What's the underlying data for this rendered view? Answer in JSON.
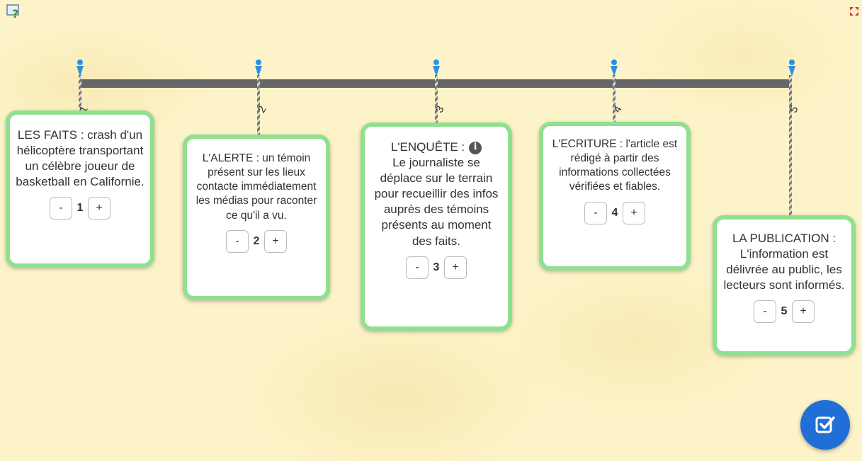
{
  "timeline": {
    "numbers": [
      "1",
      "2",
      "3",
      "4",
      "5"
    ]
  },
  "cards": [
    {
      "title": "LES FAITS : crash d'un hélicoptère transportant un célèbre joueur de basketball en Californie.",
      "value": "1"
    },
    {
      "title": "L'ALERTE : un témoin présent sur les lieux contacte immédiatement les médias pour raconter ce qu'il a vu.",
      "value": "2"
    },
    {
      "title_first": "L'ENQUÊTE :",
      "title_rest": "Le journaliste se déplace sur le terrain pour recueillir des infos auprès des témoins présents au moment des faits.",
      "value": "3"
    },
    {
      "title": "L'ECRITURE : l'article est rédigé à partir des informations collectées vérifiées et fiables.",
      "value": "4"
    },
    {
      "title": "LA PUBLICATION : L'information est délivrée au public, les lecteurs sont informés.",
      "value": "5"
    }
  ],
  "stepper": {
    "minus": "-",
    "plus": "+"
  },
  "icons": {
    "help": "help-icon",
    "fullscreen": "fullscreen-icon",
    "info": "info-icon",
    "check": "check-icon"
  },
  "colors": {
    "card_border": "#8fe08f",
    "accent": "#1f6fd6",
    "pin": "#2d8fe0"
  }
}
